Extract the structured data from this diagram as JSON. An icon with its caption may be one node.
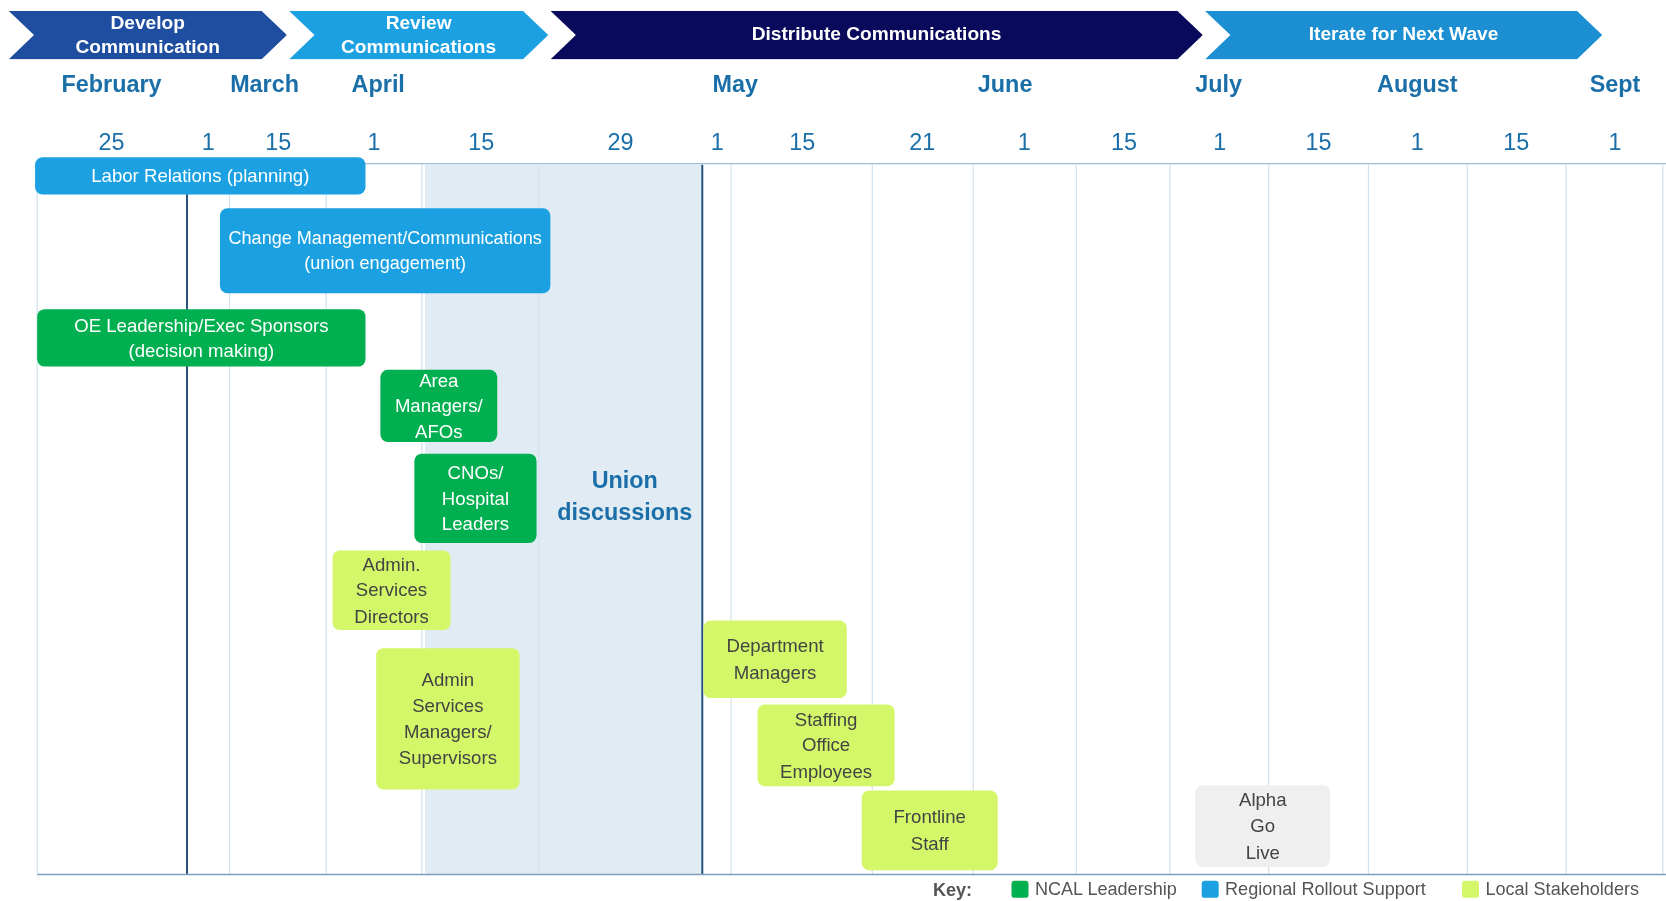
{
  "diagram": {
    "nodes": [
      {
        "text": [
          "Develop Communication"
        ]
      },
      {
        "text": [
          "Review Communications"
        ]
      },
      {
        "text": [
          "Distribute Communications"
        ]
      },
      {
        "text": [
          "Iterate for Next Wave"
        ]
      },
      {
        "text": [
          "Labor Relations (planning)"
        ]
      },
      {
        "text": [
          "Change Management/Communications (union engagement)"
        ]
      },
      {
        "text": [
          "OE Leadership/Exec Sponsors (decision making)"
        ]
      },
      {
        "text": [
          "Area Managers/ AFOs"
        ]
      },
      {
        "text": [
          "CNOs/ Hospital Leaders"
        ]
      },
      {
        "text": [
          "Union discussions"
        ]
      },
      {
        "text": [
          "Admin. Services Directors"
        ]
      },
      {
        "text": [
          "Admin Services Managers/ Supervisors"
        ]
      },
      {
        "text": [
          "Department Managers"
        ]
      },
      {
        "text": [
          "Staffing Office Employees"
        ]
      },
      {
        "text": [
          "Frontline Staff"
        ]
      },
      {
        "text": [
          "Alpha Go Live"
        ]
      }
    ],
    "labels": [
      "February",
      "March",
      "April",
      "May",
      "June",
      "July",
      "August",
      "Sept",
      "25",
      "1",
      "15",
      "1",
      "15",
      "29",
      "1",
      "15",
      "21",
      "1",
      "15",
      "1",
      "15",
      "1",
      "15",
      "1",
      "Key:"
    ],
    "legend": [
      {
        "text": "NCAL Leadership",
        "color": "#00b050"
      },
      {
        "text": "Regional Rollout Support",
        "color": "#1ba1e2"
      },
      {
        "text": "Local Stakeholders",
        "color": "#d4f76a"
      }
    ]
  }
}
